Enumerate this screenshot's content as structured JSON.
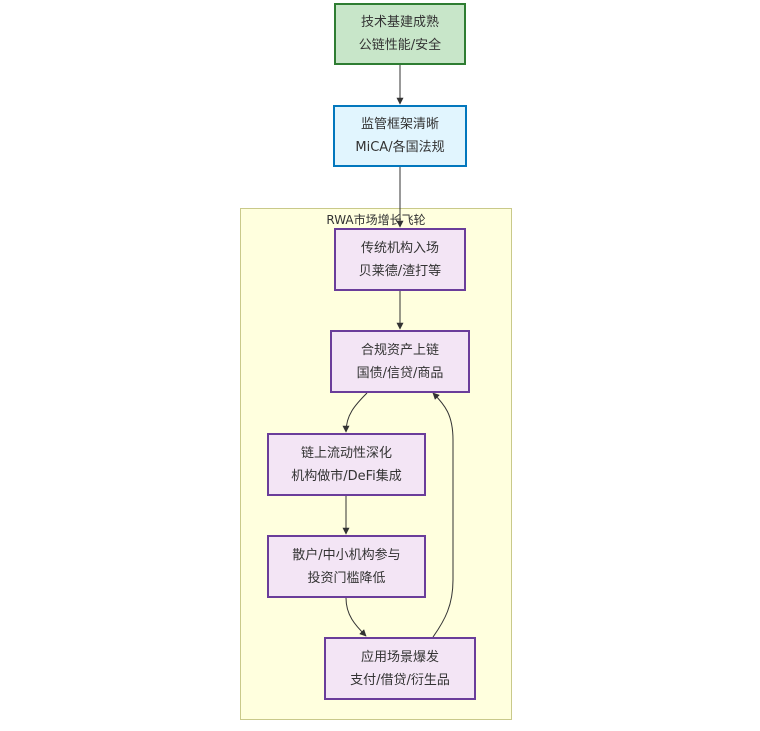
{
  "diagram": {
    "cluster": {
      "title": "RWA市场增长飞轮"
    },
    "nodes": [
      {
        "id": "tech",
        "line1": "技术基建成熟",
        "line2": "公链性能/安全",
        "color": "green"
      },
      {
        "id": "reg",
        "line1": "监管框架清晰",
        "line2": "MiCA/各国法规",
        "color": "blue"
      },
      {
        "id": "inst",
        "line1": "传统机构入场",
        "line2": "贝莱德/渣打等",
        "color": "purple"
      },
      {
        "id": "assets",
        "line1": "合规资产上链",
        "line2": "国债/信贷/商品",
        "color": "purple"
      },
      {
        "id": "liq",
        "line1": "链上流动性深化",
        "line2": "机构做市/DeFi集成",
        "color": "purple"
      },
      {
        "id": "retail",
        "line1": "散户/中小机构参与",
        "line2": "投资门槛降低",
        "color": "purple"
      },
      {
        "id": "apps",
        "line1": "应用场景爆发",
        "line2": "支付/借贷/衍生品",
        "color": "purple"
      }
    ],
    "edges": [
      {
        "from": "tech",
        "to": "reg"
      },
      {
        "from": "reg",
        "to": "inst"
      },
      {
        "from": "inst",
        "to": "assets"
      },
      {
        "from": "assets",
        "to": "liq"
      },
      {
        "from": "liq",
        "to": "retail"
      },
      {
        "from": "retail",
        "to": "apps"
      },
      {
        "from": "apps",
        "to": "assets"
      }
    ]
  }
}
